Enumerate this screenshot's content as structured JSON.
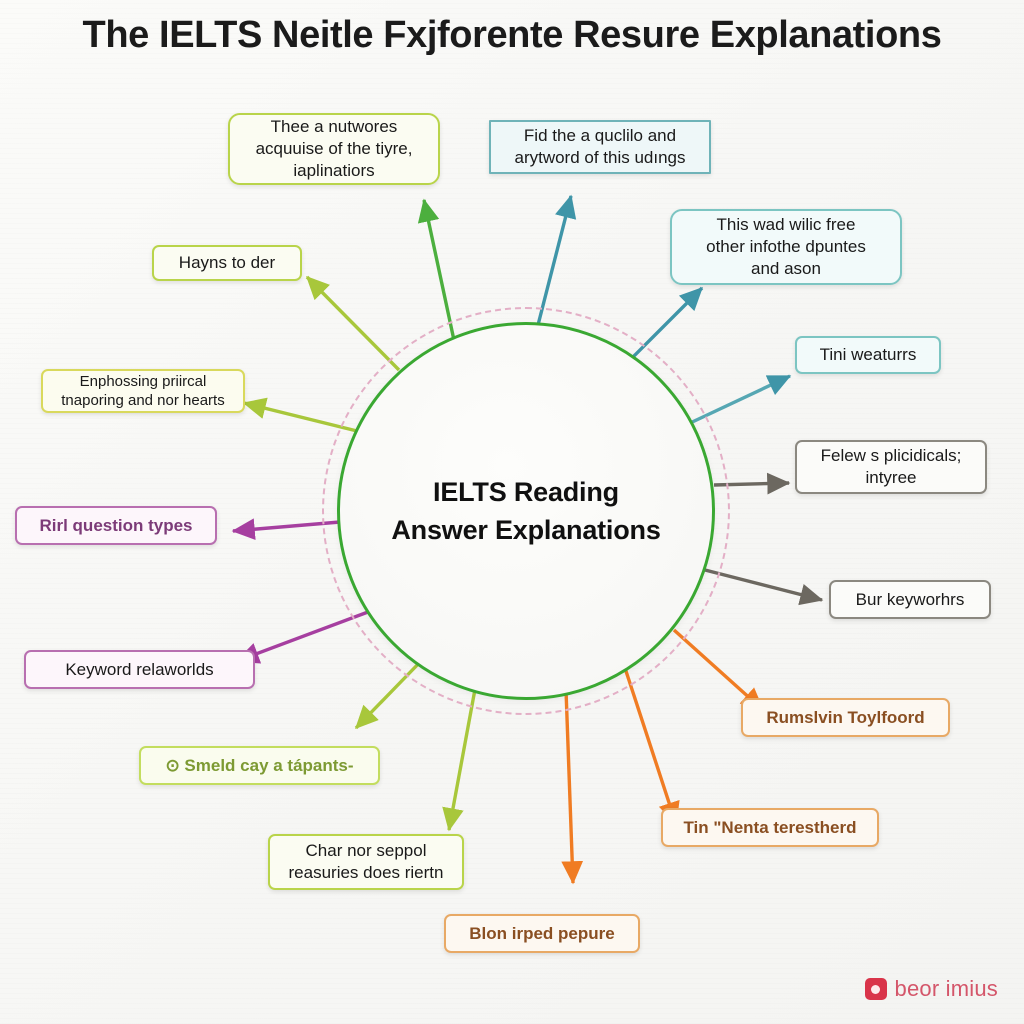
{
  "title": "The IELTS Neitle Fxjforente Resure Explanations",
  "hub": {
    "line1": "IELTS Reading",
    "line2": "Answer Explanations",
    "border_color": "#3aa832",
    "ring_color": "#e3afc6"
  },
  "nodes": [
    {
      "id": "node-top-left",
      "text": "Thee a nutwores acquuise of the tiyre, iaplinatiors",
      "lines": [
        "Thee a nutwores",
        "acquuise of the tiyre,",
        "iaplinatiors"
      ],
      "border_color": "#b9d44a",
      "text_color": "#1a1a1a"
    },
    {
      "id": "node-top-center",
      "text": "Fid the a quclilo and arytword of this udıngs",
      "lines": [
        "Fid the a quclilo and",
        "arytword of this udıngs"
      ],
      "border_color": "#6fb3b8",
      "text_color": "#1a1a1a"
    },
    {
      "id": "node-top-right",
      "text": "This wad wilic free other infothe dpuntes and ason",
      "lines": [
        "This wad wilic free",
        "other infothe dpuntes",
        "and ason"
      ],
      "border_color": "#7cc5c2",
      "text_color": "#1a1a1a"
    },
    {
      "id": "node-right-upper",
      "text": "Tini weaturrs",
      "lines": [
        "Tini weaturrs"
      ],
      "border_color": "#7cc5c2",
      "text_color": "#1a1a1a"
    },
    {
      "id": "node-right-mid",
      "text": "Felew s plicidicals; intyree",
      "lines": [
        "Felew s plicidicals;",
        "intyree"
      ],
      "border_color": "#8b8880",
      "text_color": "#1a1a1a"
    },
    {
      "id": "node-right-lower",
      "text": "Bur keyworhrs",
      "lines": [
        "Bur keyworhrs"
      ],
      "border_color": "#8b8880",
      "text_color": "#1a1a1a"
    },
    {
      "id": "node-bottom-right-upper",
      "text": "Rumslvin Toylfoord",
      "lines": [
        "Rumslvin Toylfoord"
      ],
      "border_color": "#e8a965",
      "text_color": "#8a4f22"
    },
    {
      "id": "node-bottom-right-lower",
      "text": "Tin \"Nenta terestherd",
      "lines": [
        "Tin \"Nenta terestherd"
      ],
      "border_color": "#e8a965",
      "text_color": "#8a4f22"
    },
    {
      "id": "node-bottom-center",
      "text": "Blon irped pepure",
      "lines": [
        "Blon irped pepure"
      ],
      "border_color": "#e8a965",
      "text_color": "#8a4f22"
    },
    {
      "id": "node-bottom-left-lower",
      "text": "Char nor seppol reasuries does riertn",
      "lines": [
        "Char nor seppol",
        "reasuries does riertn"
      ],
      "border_color": "#b9d44a",
      "text_color": "#1a1a1a"
    },
    {
      "id": "node-bottom-left-upper",
      "text": "⊙ Smeld cay a tápants-",
      "lines": [
        "⊙ Smeld cay a tápants-"
      ],
      "border_color": "#c3dd5e",
      "text_color": "#7d9a33"
    },
    {
      "id": "node-left-lower",
      "text": "Keyword relaworlds",
      "lines": [
        "Keyword relaworlds"
      ],
      "border_color": "#b86fb0",
      "text_color": "#1a1a1a"
    },
    {
      "id": "node-left-mid",
      "text": "Rirl question types",
      "lines": [
        "Rirl question types"
      ],
      "border_color": "#b86fb0",
      "text_color": "#7c3b78"
    },
    {
      "id": "node-left-upper",
      "text": "Enphossing priircal tnaporing and nor hearts",
      "lines": [
        "Enphossing priircal",
        "tnaporing and nor hearts"
      ],
      "border_color": "#d9d95c",
      "text_color": "#1a1a1a"
    },
    {
      "id": "node-left-top",
      "text": "Hayns to der",
      "lines": [
        "Hayns to der"
      ],
      "border_color": "#b9d44a",
      "text_color": "#1a1a1a"
    }
  ],
  "watermark": {
    "text": "beor imius",
    "icon_color": "#d9344a",
    "text_color": "#d4566a"
  }
}
